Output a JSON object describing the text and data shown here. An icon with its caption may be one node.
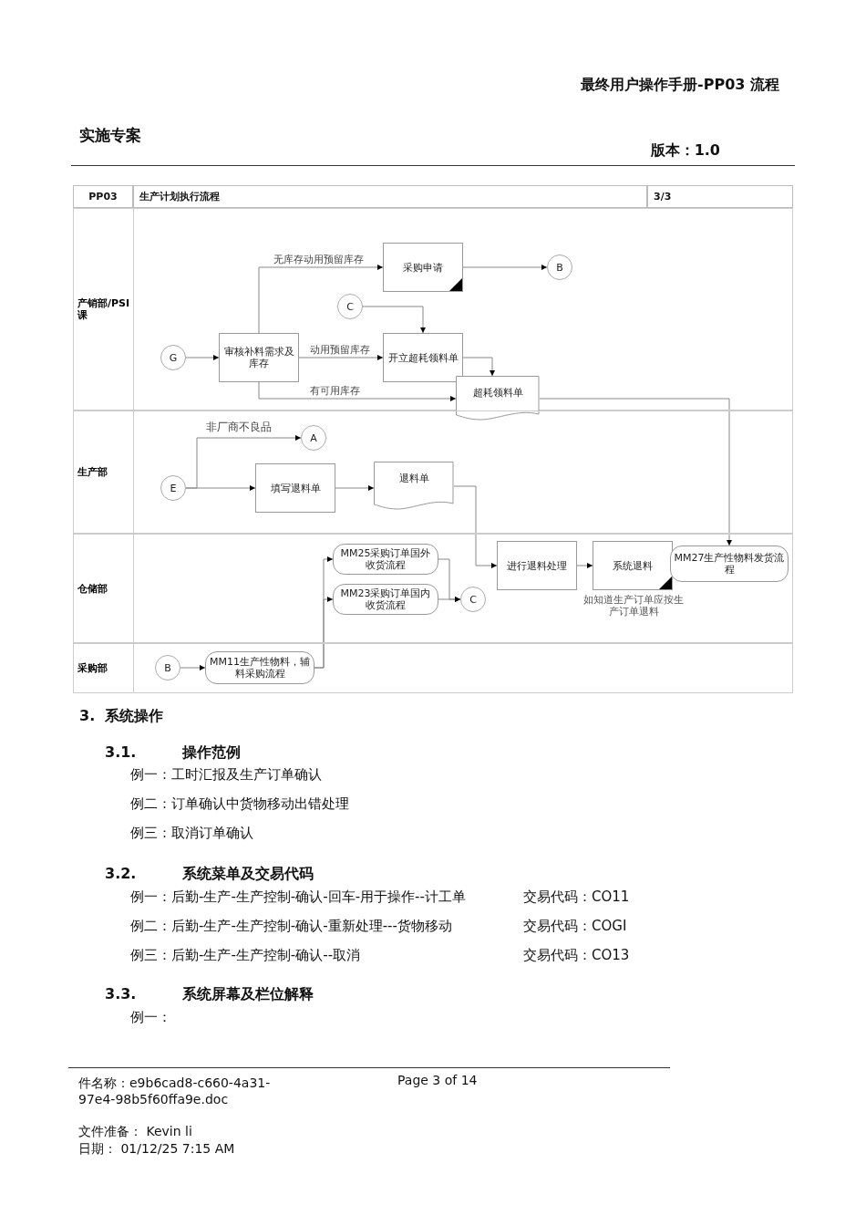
{
  "diagram": {
    "nodes": [
      {
        "text": [
          "产销部/PSI课"
        ]
      },
      {
        "text": [
          "生产部"
        ]
      },
      {
        "text": [
          "仓储部"
        ]
      },
      {
        "text": [
          "采购部"
        ]
      },
      {
        "text": [
          "G"
        ],
        "in": 0
      },
      {
        "text": [
          "审核补料需求及库存"
        ],
        "in": 0
      },
      {
        "text": [
          "采购申请"
        ],
        "in": 0
      },
      {
        "text": [
          "B"
        ],
        "in": 0
      },
      {
        "text": [
          "C"
        ],
        "in": 0
      },
      {
        "text": [
          "开立超耗领料单"
        ],
        "in": 0
      },
      {
        "text": [
          "超耗领料单"
        ],
        "in": 0
      },
      {
        "text": [
          "E"
        ],
        "in": 1
      },
      {
        "text": [
          "A"
        ],
        "in": 1
      },
      {
        "text": [
          "填写退料单"
        ],
        "in": 1
      },
      {
        "text": [
          "退料单"
        ],
        "in": 1
      },
      {
        "text": [
          "MM25采购订单国外收货流程"
        ],
        "in": 2
      },
      {
        "text": [
          "MM23采购订单国内收货流程"
        ],
        "in": 2
      },
      {
        "text": [
          "C"
        ],
        "in": 2
      },
      {
        "text": [
          "进行退料处理"
        ],
        "in": 2
      },
      {
        "text": [
          "系统退料"
        ],
        "in": 2,
        "beside": [
          "如知道生产订单应按生产订单退料"
        ]
      },
      {
        "text": [
          "MM27生产性物料发货流程"
        ],
        "in": 2
      },
      {
        "text": [
          "B"
        ],
        "in": 3
      },
      {
        "text": [
          "MM11生产性物料，辅料采购流程"
        ],
        "in": 3
      }
    ],
    "edges": [
      {
        "from": 4,
        "to": 5,
        "arrow": "to"
      },
      {
        "from": 5,
        "to": 6,
        "arrow": "to",
        "label": "无库存动用预留库存"
      },
      {
        "from": 6,
        "to": 7,
        "arrow": "to"
      },
      {
        "from": 8,
        "to": 9,
        "arrow": "to"
      },
      {
        "from": 5,
        "to": 9,
        "arrow": "to",
        "label": "动用预留库存"
      },
      {
        "from": 5,
        "to": 10,
        "arrow": "to",
        "label": "有可用库存"
      },
      {
        "from": 9,
        "to": 10,
        "arrow": "to"
      },
      {
        "from": 10,
        "to": 20,
        "arrow": "to"
      },
      {
        "from": 11,
        "to": 12,
        "arrow": "to",
        "label": "非厂商不良品"
      },
      {
        "from": 11,
        "to": 13,
        "arrow": "to"
      },
      {
        "from": 13,
        "to": 14,
        "arrow": "to"
      },
      {
        "from": 14,
        "to": 18,
        "arrow": "to"
      },
      {
        "from": 21,
        "to": 22,
        "arrow": "to"
      },
      {
        "from": 22,
        "to": 15,
        "arrow": "to"
      },
      {
        "from": 22,
        "to": 16,
        "arrow": "to"
      },
      {
        "from": 15,
        "to": 17,
        "arrow": "to"
      },
      {
        "from": 16,
        "to": 17,
        "arrow": "to"
      },
      {
        "from": 18,
        "to": 19,
        "arrow": "to"
      }
    ],
    "labels": [
      "最终用户操作手册-PP03 流程",
      "版本：1.0",
      "实施专案",
      "PP03",
      "生产计划执行流程",
      "3/3",
      "3.",
      "系统操作",
      "3.1.",
      "操作范例",
      "例一：工时汇报及生产订单确认",
      "例二：订单确认中货物移动出错处理",
      "例三：取消订单确认",
      "3.2.",
      "系统菜单及交易代码",
      "例一：后勤-生产-生产控制-确认-回车-用于操作--计工单",
      "交易代码：CO11",
      "例二：后勤-生产-生产控制-确认-重新处理---货物移动",
      "交易代码：COGI",
      "例三：后勤-生产-生产控制-确认--取消",
      "交易代码：CO13",
      "3.3.",
      "系统屏幕及栏位解释",
      "例一：",
      "件名称：e9b6cad8-c660-4a31-97e4-98b5f60ffa9e.doc",
      "Page 3 of 14",
      "文件准备： Kevin li",
      "日期： 01/12/25 7:15 AM"
    ]
  }
}
